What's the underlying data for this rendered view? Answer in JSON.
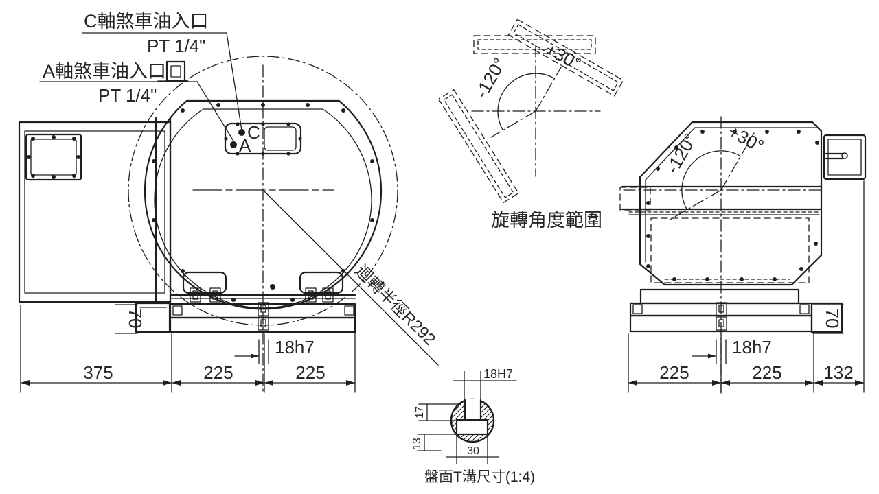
{
  "drawing": {
    "background": "#ffffff",
    "line_color": "#1e1e1e",
    "callouts": {
      "c_axis": {
        "line1": "C軸煞車油入口",
        "line2": "PT 1/4\""
      },
      "a_axis": {
        "line1": "A軸煞車油入口",
        "line2": "PT 1/4\""
      },
      "point_c": "C",
      "point_a": "A",
      "swing_radius": "迴轉半徑R292"
    },
    "rotation_diagram": {
      "angle_plus": "+30°",
      "angle_minus": "-120°",
      "caption": "旋轉角度範圍"
    },
    "front_view": {
      "dim_left": "375",
      "dim_mid": "225",
      "dim_right": "225",
      "dim_base_height": "70",
      "dim_keyway": "18h7"
    },
    "side_view": {
      "angle_plus": "+30°",
      "angle_minus": "-120°",
      "dim_left": "225",
      "dim_mid": "225",
      "dim_right": "132",
      "dim_base_height": "70",
      "dim_keyway": "18h7"
    },
    "tslot_detail": {
      "dim_top": "18H7",
      "dim_depth": "17",
      "dim_lower": "13",
      "dim_width": "30",
      "caption": "盤面T溝尺寸(1:4)"
    }
  }
}
